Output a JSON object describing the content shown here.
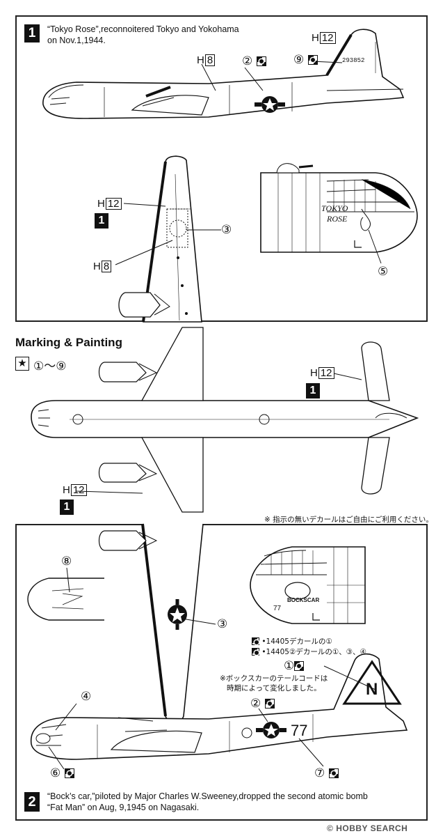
{
  "panel1": {
    "number": "1",
    "description_line1": "“Tokyo Rose”,reconnoitered Tokyo and Yokohama",
    "description_line2": "on Nov.1,1944.",
    "tail_serial": "293852",
    "nose_art_line1": "TOKYO",
    "nose_art_line2": "ROSE"
  },
  "panel2": {
    "number": "2",
    "description_line1": "“Bock’s car,”piloted by Major Charles W.Sweeney,dropped  the second atomic bomb",
    "description_line2": "“Fat Man” on Aug, 9,1945 on Nagasaki.",
    "fuselage_number": "77",
    "tail_letter": "N",
    "nose_art": "BOCKSCAR",
    "nose_number": "77",
    "decal_note1": "•14405デカールの①",
    "decal_note2": "•14405②デカールの①、③、④",
    "tail_code_note_line1": "※ボックスカーのテールコードは",
    "tail_code_note_line2": "時期によって変化しました。"
  },
  "marking": {
    "title": "Marking & Painting",
    "range": "①～⑨"
  },
  "labels": {
    "h8": "8",
    "h12": "12",
    "h_prefix": "H",
    "c1": "①",
    "c2": "②",
    "c3": "③",
    "c4": "④",
    "c5": "⑤",
    "c6": "⑥",
    "c7": "⑦",
    "c8": "⑧",
    "c9": "⑨"
  },
  "decal_notice": "※ 指示の無いデカールはご自由にご利用ください。",
  "watermark": "HOBBY SEARCH",
  "watermark_symbol": "©"
}
